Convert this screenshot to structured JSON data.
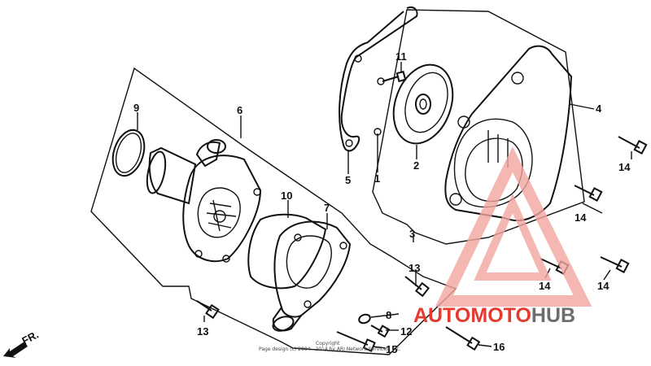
{
  "callouts": [
    {
      "id": "c1",
      "label": "1"
    },
    {
      "id": "c2",
      "label": "2"
    },
    {
      "id": "c3",
      "label": "3"
    },
    {
      "id": "c4",
      "label": "4"
    },
    {
      "id": "c5",
      "label": "5"
    },
    {
      "id": "c6",
      "label": "6"
    },
    {
      "id": "c7",
      "label": "7"
    },
    {
      "id": "c8",
      "label": "8"
    },
    {
      "id": "c9",
      "label": "9"
    },
    {
      "id": "c10",
      "label": "10"
    },
    {
      "id": "c11",
      "label": "11"
    },
    {
      "id": "c12",
      "label": "12"
    },
    {
      "id": "c13a",
      "label": "13"
    },
    {
      "id": "c13b",
      "label": "13"
    },
    {
      "id": "c14a",
      "label": "14"
    },
    {
      "id": "c14b",
      "label": "14"
    },
    {
      "id": "c14c",
      "label": "14"
    },
    {
      "id": "c14d",
      "label": "14"
    },
    {
      "id": "c15",
      "label": "15"
    },
    {
      "id": "c16",
      "label": "16"
    }
  ],
  "direction_label": "FR.",
  "copyright": {
    "line1": "Copyright",
    "line2": "Page design (c) 2004 - 2014 by ARI Network Services, Inc."
  },
  "watermark": {
    "part1": "AUTO",
    "part2": "MOTO",
    "part3": "HUB",
    "colors": {
      "red": "#e8392f",
      "gray": "#6d6d6d",
      "pink": "#f2a59f"
    }
  }
}
